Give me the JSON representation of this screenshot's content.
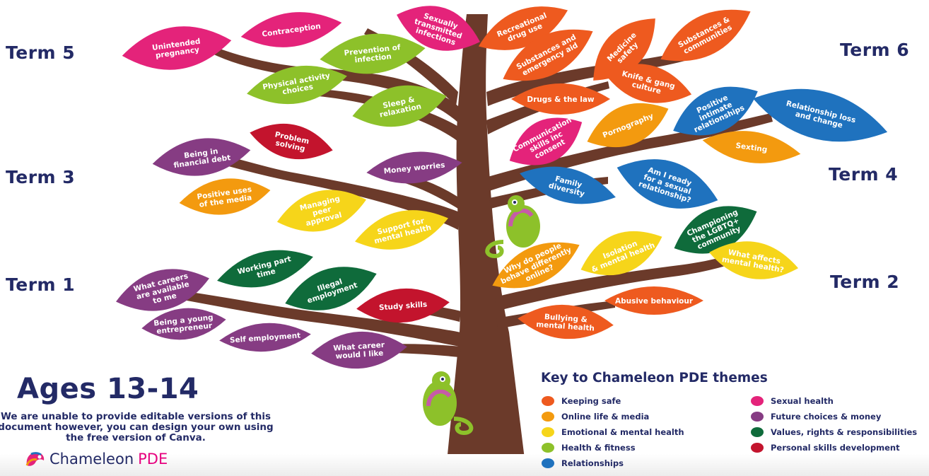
{
  "terms": {
    "t5": "Term 5",
    "t6": "Term 6",
    "t3": "Term 3",
    "t4": "Term 4",
    "t1": "Term 1",
    "t2": "Term 2"
  },
  "title": "Ages 13-14",
  "note": "We are unable to provide editable versions of this document however, you can design your own using the free version of Canva.",
  "brand": {
    "part1": "Chameleon",
    "part2": "PDE"
  },
  "key": {
    "title": "Key to Chameleon PDE themes",
    "items": [
      {
        "label": "Keeping safe",
        "color": "#ee5a1f"
      },
      {
        "label": "Online life & media",
        "color": "#f39a0f"
      },
      {
        "label": "Emotional & mental health",
        "color": "#f6d51a"
      },
      {
        "label": "Health & fitness",
        "color": "#8dc12a"
      },
      {
        "label": "Relationships",
        "color": "#1f72be"
      },
      {
        "label": "Sexual health",
        "color": "#e4237a"
      },
      {
        "label": "Future choices & money",
        "color": "#863c83"
      },
      {
        "label": "Values, rights & responsibilities",
        "color": "#0f6b3b"
      },
      {
        "label": "Personal skills development",
        "color": "#c3142d"
      }
    ]
  },
  "leaves": [
    {
      "lines": [
        "Unintended",
        "pregnancy"
      ],
      "color": "#e4237a"
    },
    {
      "lines": [
        "Contraception"
      ],
      "color": "#e4237a"
    },
    {
      "lines": [
        "Sexually",
        "transmitted",
        "infections"
      ],
      "color": "#e4237a"
    },
    {
      "lines": [
        "Prevention of",
        "infection"
      ],
      "color": "#8dc12a"
    },
    {
      "lines": [
        "Physical activity",
        "choices"
      ],
      "color": "#8dc12a"
    },
    {
      "lines": [
        "Sleep &",
        "relaxation"
      ],
      "color": "#8dc12a"
    },
    {
      "lines": [
        "Recreational",
        "drug use"
      ],
      "color": "#ee5a1f"
    },
    {
      "lines": [
        "Substances and",
        "emergency aid"
      ],
      "color": "#ee5a1f"
    },
    {
      "lines": [
        "Medicine",
        "safety"
      ],
      "color": "#ee5a1f"
    },
    {
      "lines": [
        "Substances &",
        "communities"
      ],
      "color": "#ee5a1f"
    },
    {
      "lines": [
        "Knife & gang",
        "culture"
      ],
      "color": "#ee5a1f"
    },
    {
      "lines": [
        "Drugs & the law"
      ],
      "color": "#ee5a1f"
    },
    {
      "lines": [
        "Being in",
        "financial debt"
      ],
      "color": "#863c83"
    },
    {
      "lines": [
        "Problem",
        "solving"
      ],
      "color": "#c3142d"
    },
    {
      "lines": [
        "Money worries"
      ],
      "color": "#863c83"
    },
    {
      "lines": [
        "Positive uses",
        "of the media"
      ],
      "color": "#f39a0f"
    },
    {
      "lines": [
        "Managing",
        "peer",
        "approval"
      ],
      "color": "#f6d51a"
    },
    {
      "lines": [
        "Support for",
        "mental health"
      ],
      "color": "#f6d51a"
    },
    {
      "lines": [
        "Communication",
        "skills inc",
        "consent"
      ],
      "color": "#e4237a"
    },
    {
      "lines": [
        "Pornography"
      ],
      "color": "#f39a0f"
    },
    {
      "lines": [
        "Positive",
        "intimate",
        "relationships"
      ],
      "color": "#1f72be"
    },
    {
      "lines": [
        "Relationship loss",
        "and change"
      ],
      "color": "#1f72be"
    },
    {
      "lines": [
        "Sexting"
      ],
      "color": "#f39a0f"
    },
    {
      "lines": [
        "Family",
        "diversity"
      ],
      "color": "#1f72be"
    },
    {
      "lines": [
        "Am I ready",
        "for a sexual",
        "relationship?"
      ],
      "color": "#1f72be"
    },
    {
      "lines": [
        "What careers",
        "are available",
        "to me"
      ],
      "color": "#863c83"
    },
    {
      "lines": [
        "Working part",
        "time"
      ],
      "color": "#0f6b3b"
    },
    {
      "lines": [
        "Illegal",
        "employment"
      ],
      "color": "#0f6b3b"
    },
    {
      "lines": [
        "Study skills"
      ],
      "color": "#c3142d"
    },
    {
      "lines": [
        "Being a young",
        "entrepreneur"
      ],
      "color": "#863c83"
    },
    {
      "lines": [
        "Self employment"
      ],
      "color": "#863c83"
    },
    {
      "lines": [
        "What career",
        "would I like"
      ],
      "color": "#863c83"
    },
    {
      "lines": [
        "Why do people",
        "behave differently",
        "online?"
      ],
      "color": "#f39a0f"
    },
    {
      "lines": [
        "Isolation",
        "& mental health"
      ],
      "color": "#f6d51a"
    },
    {
      "lines": [
        "Championing",
        "the LGBTQ+",
        "community"
      ],
      "color": "#0f6b3b"
    },
    {
      "lines": [
        "What affects",
        "mental health?"
      ],
      "color": "#f6d51a"
    },
    {
      "lines": [
        "Abusive behaviour"
      ],
      "color": "#ee5a1f"
    },
    {
      "lines": [
        "Bullying &",
        "mental health"
      ],
      "color": "#ee5a1f"
    }
  ]
}
